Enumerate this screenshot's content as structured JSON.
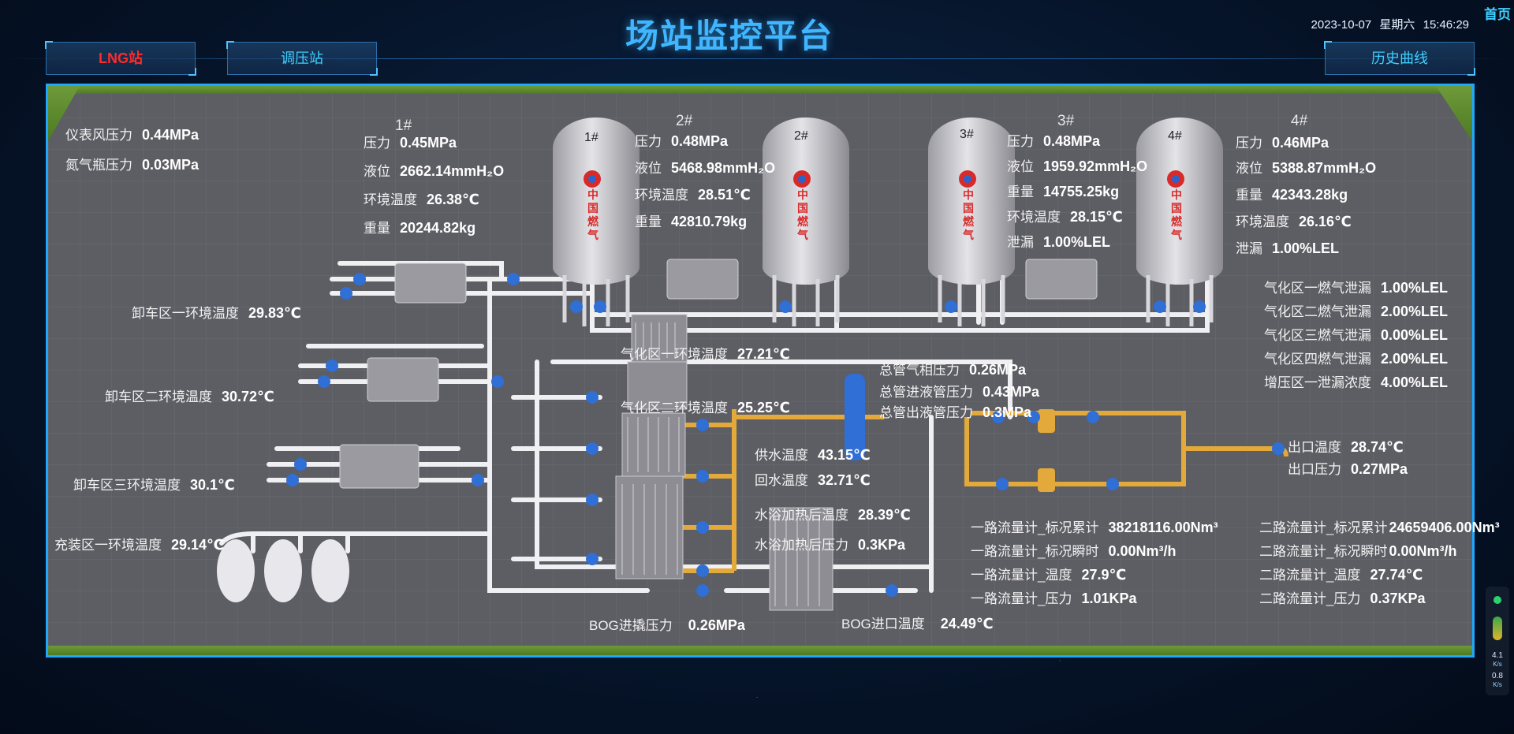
{
  "header": {
    "title": "场站监控平台",
    "date": "2023-10-07",
    "weekday": "星期六",
    "time": "15:46:29",
    "home": "首页"
  },
  "nav": {
    "lng": "LNG站",
    "pressure": "调压站",
    "history": "历史曲线"
  },
  "tanks": [
    {
      "tag": "1#",
      "header": "1#",
      "rows": [
        {
          "k": "压力",
          "v": "0.45MPa"
        },
        {
          "k": "液位",
          "v": "2662.14mmH₂O"
        },
        {
          "k": "环境温度",
          "v": "26.38℃"
        },
        {
          "k": "重量",
          "v": "20244.82kg"
        }
      ]
    },
    {
      "tag": "2#",
      "header": "2#",
      "rows": [
        {
          "k": "压力",
          "v": "0.48MPa"
        },
        {
          "k": "液位",
          "v": "5468.98mmH₂O"
        },
        {
          "k": "环境温度",
          "v": "28.51℃"
        },
        {
          "k": "重量",
          "v": "42810.79kg"
        }
      ]
    },
    {
      "tag": "3#",
      "header": "3#",
      "rows": [
        {
          "k": "压力",
          "v": "0.48MPa"
        },
        {
          "k": "液位",
          "v": "1959.92mmH₂O"
        },
        {
          "k": "重量",
          "v": "14755.25kg"
        },
        {
          "k": "环境温度",
          "v": "28.15℃"
        },
        {
          "k": "泄漏",
          "v": "1.00%LEL"
        }
      ]
    },
    {
      "tag": "4#",
      "header": "4#",
      "rows": [
        {
          "k": "压力",
          "v": "0.46MPa"
        },
        {
          "k": "液位",
          "v": "5388.87mmH₂O"
        },
        {
          "k": "重量",
          "v": "42343.28kg"
        },
        {
          "k": "环境温度",
          "v": "26.16℃"
        },
        {
          "k": "泄漏",
          "v": "1.00%LEL"
        }
      ]
    }
  ],
  "tank_logo": [
    "中",
    "国",
    "燃",
    "气"
  ],
  "misc": {
    "instrument_air": {
      "k": "仪表风压力",
      "v": "0.44MPa"
    },
    "nitrogen": {
      "k": "氮气瓶压力",
      "v": "0.03MPa"
    }
  },
  "unload": [
    {
      "k": "卸车区一环境温度",
      "v": "29.83℃"
    },
    {
      "k": "卸车区二环境温度",
      "v": "30.72℃"
    },
    {
      "k": "卸车区三环境温度",
      "v": "30.1℃"
    },
    {
      "k": "充装区一环境温度",
      "v": "29.14℃"
    }
  ],
  "vapor": [
    {
      "k": "气化区一环境温度",
      "v": "27.21℃"
    },
    {
      "k": "气化区二环境温度",
      "v": "25.25℃"
    }
  ],
  "leaks": [
    {
      "k": "气化区一燃气泄漏",
      "v": "1.00%LEL"
    },
    {
      "k": "气化区二燃气泄漏",
      "v": "2.00%LEL"
    },
    {
      "k": "气化区三燃气泄漏",
      "v": "0.00%LEL"
    },
    {
      "k": "气化区四燃气泄漏",
      "v": "2.00%LEL"
    },
    {
      "k": "增压区一泄漏浓度",
      "v": "4.00%LEL"
    }
  ],
  "main": [
    {
      "k": "总管气相压力",
      "v": "0.26MPa"
    },
    {
      "k": "总管进液管压力",
      "v": "0.43MPa"
    },
    {
      "k": "总管出液管压力",
      "v": "0.3MPa"
    }
  ],
  "water": [
    {
      "k": "供水温度",
      "v": "43.15℃"
    },
    {
      "k": "回水温度",
      "v": "32.71℃"
    },
    {
      "k": "水浴加热后温度",
      "v": "28.39℃"
    },
    {
      "k": "水浴加热后压力",
      "v": "0.3KPa"
    }
  ],
  "outlet": [
    {
      "k": "出口温度",
      "v": "28.74℃"
    },
    {
      "k": "出口压力",
      "v": "0.27MPa"
    }
  ],
  "flow1": [
    {
      "k": "一路流量计_标况累计",
      "v": "38218116.00Nm³"
    },
    {
      "k": "一路流量计_标况瞬时",
      "v": "0.00Nm³/h"
    },
    {
      "k": "一路流量计_温度",
      "v": "27.9℃"
    },
    {
      "k": "一路流量计_压力",
      "v": "1.01KPa"
    }
  ],
  "flow2": [
    {
      "k": "二路流量计_标况累计",
      "v": "24659406.00Nm³"
    },
    {
      "k": "二路流量计_标况瞬时",
      "v": "0.00Nm³/h"
    },
    {
      "k": "二路流量计_温度",
      "v": "27.74℃"
    },
    {
      "k": "二路流量计_压力",
      "v": "0.37KPa"
    }
  ],
  "bog": [
    {
      "k": "BOG进撬压力",
      "v": "0.26MPa"
    },
    {
      "k": "BOG进口温度",
      "v": "24.49℃"
    }
  ],
  "widget": {
    "up": "4.1",
    "up_unit": "K/s",
    "down": "0.8",
    "down_unit": "K/s"
  },
  "colors": {
    "accent": "#3fb6ff",
    "active_nav": "#ff2a2a",
    "frame": "#1fa8ff",
    "pipe_yellow": "#e3a93a",
    "valve_blue": "#2f6fd6"
  }
}
